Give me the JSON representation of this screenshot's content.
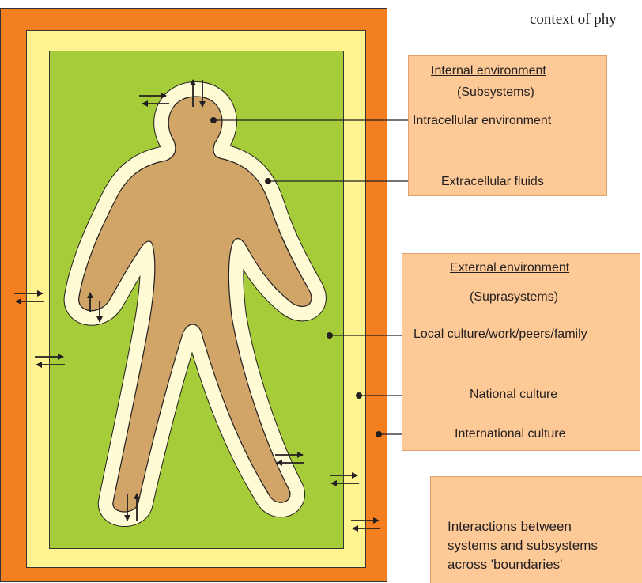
{
  "header": {
    "text": "context of phy"
  },
  "internal": {
    "title": "Internal environment",
    "subtitle": "(Subsystems)",
    "items": [
      "Intracellular environment",
      "Extracellular fluids"
    ]
  },
  "external": {
    "title": "External environment",
    "subtitle": "(Suprasystems)",
    "items": [
      "Local culture/work/peers/family",
      "National culture",
      "International culture"
    ]
  },
  "legend": {
    "text_lines": [
      "Interactions between",
      "systems and subsystems",
      "across 'boundaries'"
    ]
  },
  "colors": {
    "international": "#f47f20",
    "national": "#fff48f",
    "local": "#a6cd39",
    "extracellular": "#fffbd5",
    "intracellular": "#d1a568",
    "label_box": "#fdc996"
  }
}
